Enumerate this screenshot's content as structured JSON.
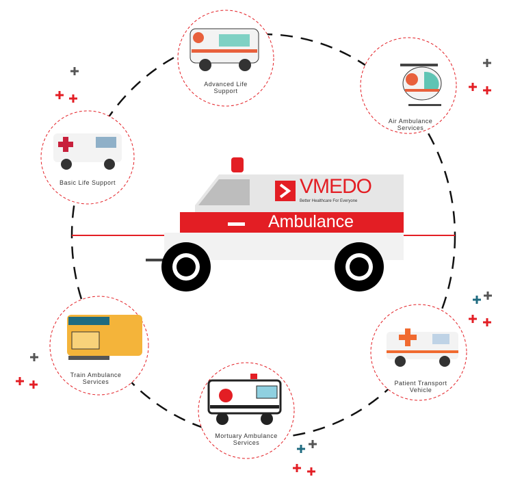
{
  "brand": {
    "name": "VMEDO",
    "tagline": "Better Healthcare For Everyone",
    "banner": "Ambulance"
  },
  "services": [
    {
      "label": "Advanced Life Support"
    },
    {
      "label": "Air Ambulance Services"
    },
    {
      "label": "Basic Life Support"
    },
    {
      "label": "Train Ambulance Services"
    },
    {
      "label": "Mortuary Ambulance Services"
    },
    {
      "label": "Patient Transport Vehicle"
    }
  ],
  "colors": {
    "accent": "#e31e24",
    "gray": "#555555",
    "teal": "#1f6b80"
  }
}
